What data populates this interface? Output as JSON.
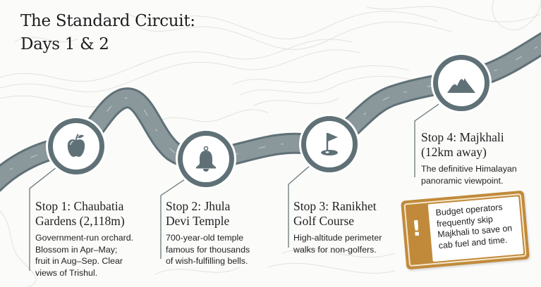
{
  "title": {
    "line1": "The Standard Circuit:",
    "line2": "Days 1 & 2"
  },
  "colors": {
    "road": "#8a979b",
    "road_edge": "#5f7177",
    "icon": "#5f7177",
    "connector": "#6b777b",
    "warning": "#c18a3a",
    "background": "#fbfbfa",
    "contour": "#e2e2e0"
  },
  "stops": [
    {
      "icon": "apple-icon",
      "title_line1": "Stop 1: Chaubatia",
      "title_line2": "Gardens (2,118m)",
      "desc": [
        "Government-run orchard.",
        "Blossom in Apr–May;",
        "fruit in Aug–Sep. Clear",
        "views of Trishul."
      ]
    },
    {
      "icon": "bell-icon",
      "title_line1": "Stop 2: Jhula",
      "title_line2": "Devi Temple",
      "desc": [
        "700-year-old temple",
        "famous for thousands",
        "of wish-fulfilling bells."
      ]
    },
    {
      "icon": "golf-flag-icon",
      "title_line1": "Stop 3: Ranikhet",
      "title_line2": "Golf Course",
      "desc": [
        "High-altitude perimeter",
        "walks for non-golfers."
      ]
    },
    {
      "icon": "mountain-icon",
      "title_line1": "Stop 4: Majkhali",
      "title_line2": "(12km away)",
      "desc": [
        "The definitive Himalayan",
        "panoramic viewpoint."
      ]
    }
  ],
  "warning": {
    "icon": "exclamation-icon",
    "symbol": "!",
    "lines": [
      "Budget operators",
      "frequently skip",
      "Majkhali to save on",
      "cab fuel and time."
    ]
  }
}
